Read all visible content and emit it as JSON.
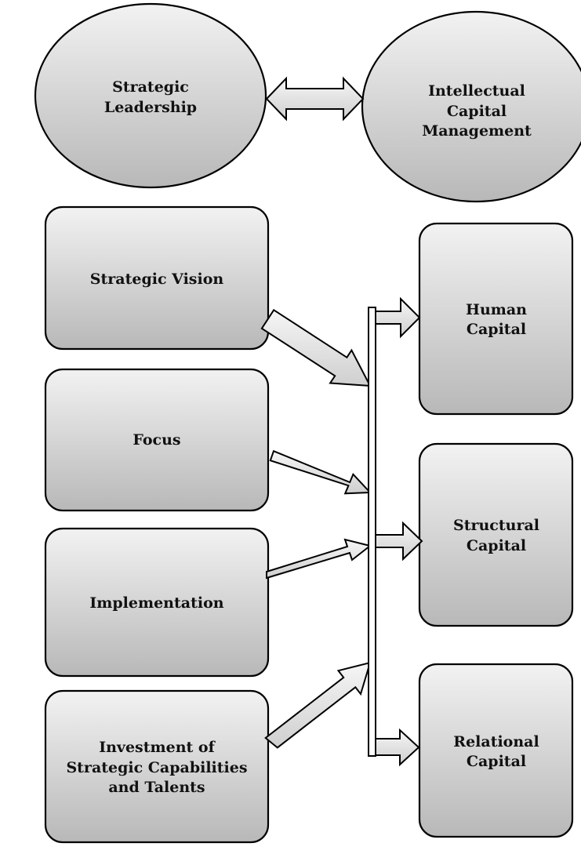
{
  "top": {
    "left_ellipse": [
      "Strategic",
      "Leadership"
    ],
    "right_ellipse": [
      "Intellectual",
      "Capital",
      "Management"
    ]
  },
  "drivers": [
    [
      "Strategic Vision"
    ],
    [
      "Focus"
    ],
    [
      "Implementation"
    ],
    [
      "Investment of",
      "Strategic Capabilities",
      "and Talents"
    ]
  ],
  "outcomes": [
    [
      "Human",
      "Capital"
    ],
    [
      "Structural",
      "Capital"
    ],
    [
      "Relational",
      "Capital"
    ]
  ]
}
